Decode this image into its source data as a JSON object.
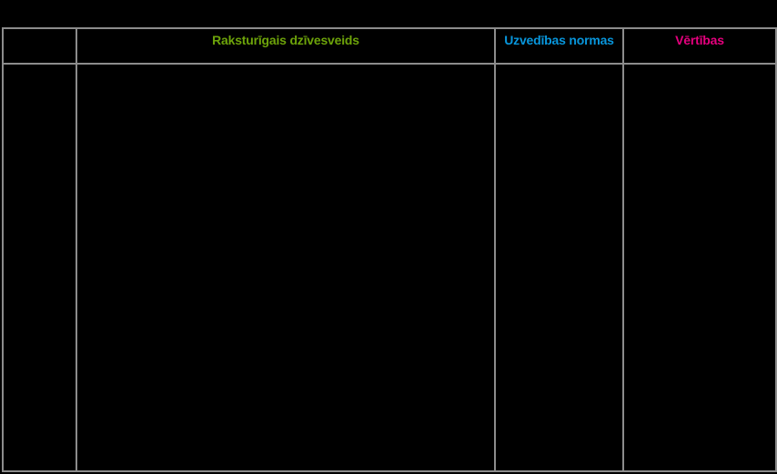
{
  "page": {
    "background_color": "#000000",
    "border_color": "#8c8c8c"
  },
  "table": {
    "name": "characteristics-matrix",
    "columns": [
      {
        "key": "row_label",
        "header": "",
        "color": "",
        "align": "center"
      },
      {
        "key": "lifestyle",
        "header": "Raksturīgais dzīvesveids",
        "color": "#6da30a",
        "align": "center"
      },
      {
        "key": "norms",
        "header": "Uzvedības normas",
        "color": "#0896dc",
        "align": "center"
      },
      {
        "key": "values",
        "header": "Vērtības",
        "color": "#e6007e",
        "align": "center"
      }
    ],
    "rows": [
      {
        "row_label": "",
        "lifestyle": "",
        "norms": "",
        "values": ""
      }
    ]
  }
}
